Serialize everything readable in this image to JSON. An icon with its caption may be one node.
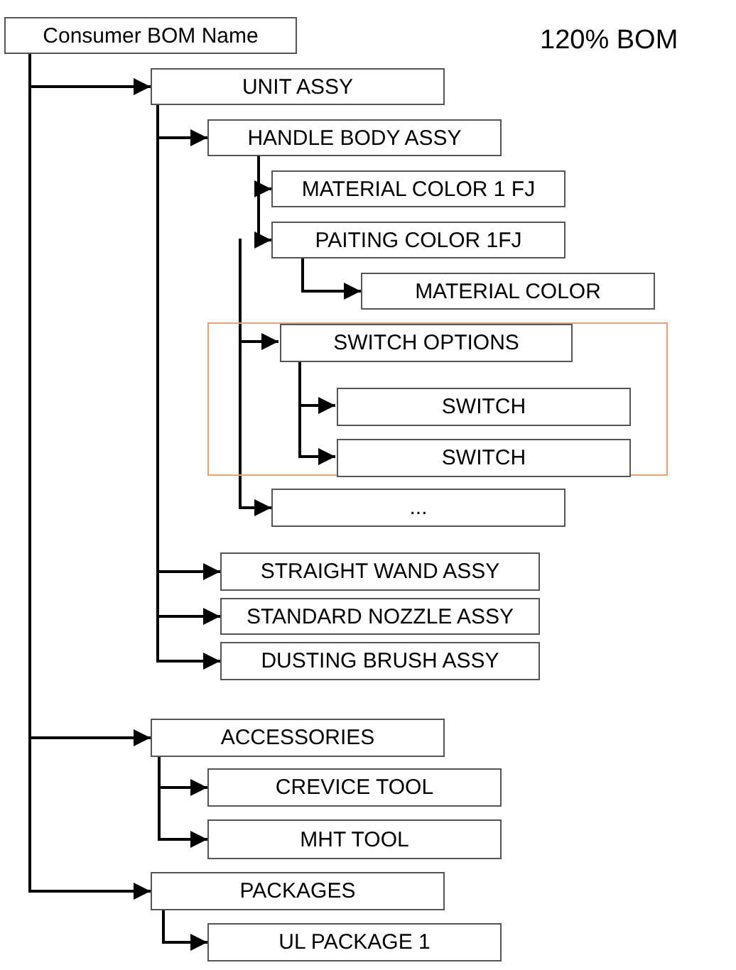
{
  "diagram": {
    "nodes": [
      {
        "text": [
          "Consumer BOM Name"
        ]
      },
      {
        "text": [
          "UNIT ASSY"
        ]
      },
      {
        "text": [
          "HANDLE BODY ASSY"
        ]
      },
      {
        "text": [
          "MATERIAL COLOR 1 FJ"
        ]
      },
      {
        "text": [
          "PAITING COLOR 1FJ"
        ]
      },
      {
        "text": [
          "MATERIAL COLOR"
        ]
      },
      {
        "text": [],
        "shape": "box"
      },
      {
        "text": [
          "SWITCH OPTIONS"
        ],
        "in": 6
      },
      {
        "text": [
          "SWITCH"
        ],
        "in": 6
      },
      {
        "text": [
          "SWITCH"
        ],
        "in": 6
      },
      {
        "text": [
          "..."
        ]
      },
      {
        "text": [
          "STRAIGHT WAND ASSY"
        ]
      },
      {
        "text": [
          "STANDARD NOZZLE ASSY"
        ]
      },
      {
        "text": [
          "DUSTING BRUSH ASSY"
        ]
      },
      {
        "text": [
          "ACCESSORIES"
        ]
      },
      {
        "text": [
          "CREVICE TOOL"
        ]
      },
      {
        "text": [
          "MHT TOOL"
        ]
      },
      {
        "text": [
          "PACKAGES"
        ]
      },
      {
        "text": [
          "UL PACKAGE 1"
        ]
      }
    ],
    "edges": [
      {
        "from": 0,
        "to": 1,
        "arrow": "to"
      },
      {
        "from": 1,
        "to": 2,
        "arrow": "to"
      },
      {
        "from": 2,
        "to": 3,
        "arrow": "to"
      },
      {
        "from": 2,
        "to": 4,
        "arrow": "to"
      },
      {
        "from": 4,
        "to": 5,
        "arrow": "to"
      },
      {
        "from": null,
        "to": 7,
        "arrow": "to"
      },
      {
        "from": 7,
        "to": 8,
        "arrow": "to"
      },
      {
        "from": 7,
        "to": 9,
        "arrow": "to"
      },
      {
        "from": null,
        "to": 10,
        "arrow": "to"
      },
      {
        "from": 1,
        "to": 11,
        "arrow": "to"
      },
      {
        "from": 1,
        "to": 12,
        "arrow": "to"
      },
      {
        "from": 1,
        "to": 13,
        "arrow": "to"
      },
      {
        "from": 0,
        "to": 14,
        "arrow": "to"
      },
      {
        "from": 14,
        "to": 15,
        "arrow": "to"
      },
      {
        "from": 14,
        "to": 16,
        "arrow": "to"
      },
      {
        "from": 0,
        "to": 17,
        "arrow": "to"
      },
      {
        "from": 17,
        "to": 18,
        "arrow": "to"
      }
    ],
    "labels": [
      "120% BOM"
    ]
  }
}
